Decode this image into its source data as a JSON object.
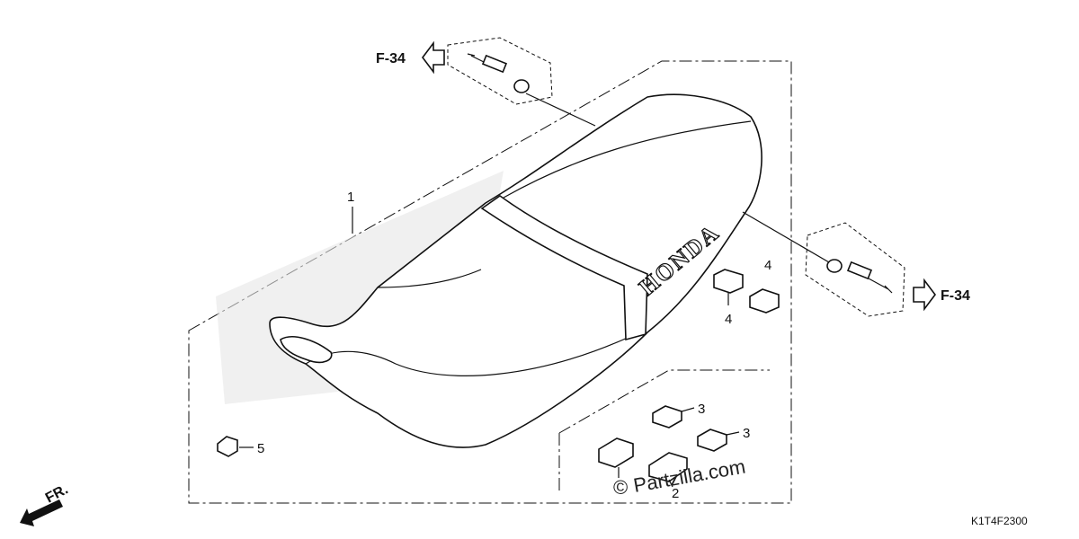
{
  "diagram": {
    "callouts": [
      {
        "id": "1",
        "label": "1"
      },
      {
        "id": "2",
        "label": "2"
      },
      {
        "id": "3a",
        "label": "3"
      },
      {
        "id": "3b",
        "label": "3"
      },
      {
        "id": "4a",
        "label": "4"
      },
      {
        "id": "4b",
        "label": "4"
      },
      {
        "id": "5",
        "label": "5"
      }
    ],
    "references": {
      "top": "F-34",
      "right": "F-34"
    },
    "seat_brand": "HONDA",
    "direction_label": "FR.",
    "diagram_code": "K1T4F2300",
    "watermark": "Partzilla.com",
    "watermark_symbol": "©"
  }
}
